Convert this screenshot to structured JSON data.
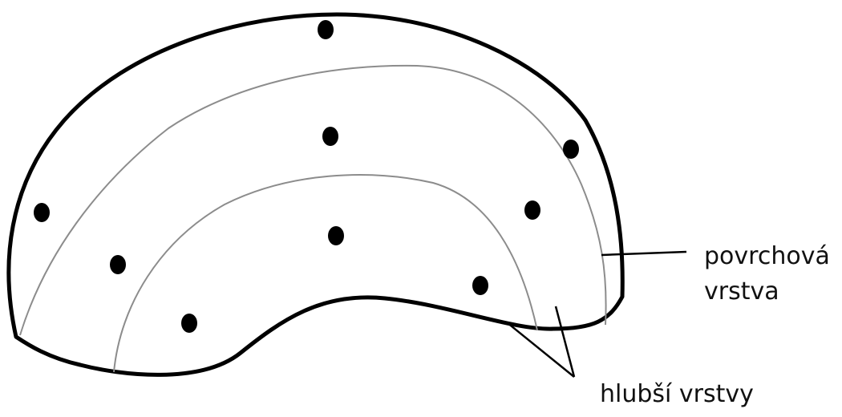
{
  "labels": {
    "surface_line1": "povrchová",
    "surface_line2": "vrstva",
    "deeper": "hlubší vrstvy"
  },
  "colors": {
    "outline": "#000000",
    "inner_lines": "#8c8c8c",
    "dots": "#000000",
    "background": "#ffffff"
  }
}
